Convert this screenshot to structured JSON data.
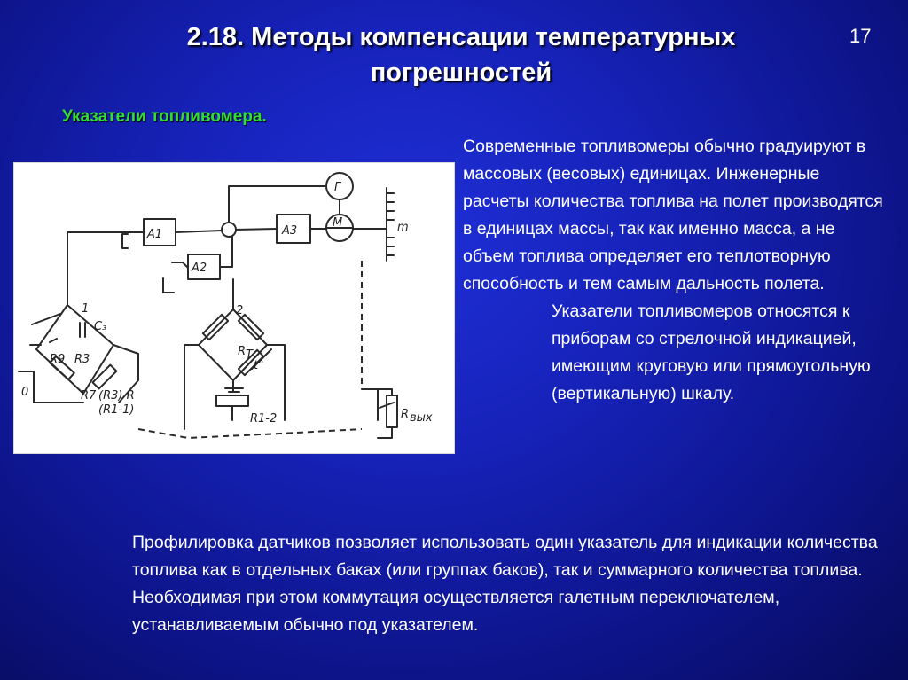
{
  "slide": {
    "title_line1": "2.18. Методы компенсации температурных",
    "title_line2": "погрешностей",
    "page_number": "17",
    "subtitle": "Указатели топливомера."
  },
  "diagram": {
    "label_a1": "A1",
    "label_a2": "A2",
    "label_a3": "A3",
    "label_g": "Г",
    "label_m": "M",
    "label_scale_m": "m",
    "label_1": "1",
    "label_2": "2",
    "label_c": "C₃",
    "label_r9": "R9",
    "label_r3": "R3",
    "label_r7": "R7",
    "label_rx": "(R3) R",
    "label_r11": "(R1-1)",
    "label_rt": "R",
    "label_rt_sub": "T",
    "label_r12": "R1-2",
    "label_rvyx": "R",
    "label_rvyx_sub": "вых",
    "label_t": "t°",
    "label_zero": "0"
  },
  "right_text": {
    "paragraph1": "Современные топливомеры обычно градуируют в массовых (весовых) единицах. Инженерные расчеты количества топлива на полет производятся в единицах  массы,  так как именно масса, а не объем топлива определяет его теплотворную способность и тем самым дальность полета.",
    "paragraph2": "Указатели топливомеров относятся к приборам со стрелочной индикацией, имеющим круговую или прямоугольную (вертикальную) шкалу."
  },
  "bottom_text": {
    "paragraph": "Профилировка датчиков позволяет  использовать один  указатель для индикации количества топлива как в отдельных баках (или группах баков), так и суммарного количества топлива.  Необходимая при этом коммутация осуществляется галетным переключателем,  устанавливаемым обычно под указателем."
  }
}
